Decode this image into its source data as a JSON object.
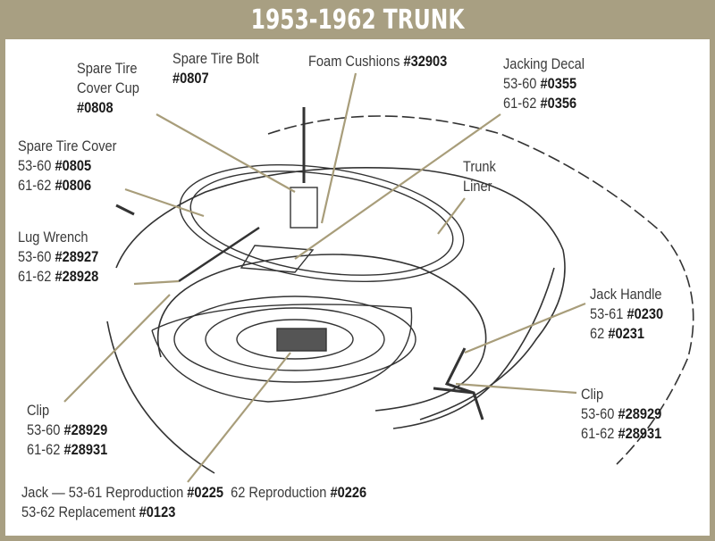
{
  "title": "1953-1962 TRUNK",
  "colors": {
    "header": "#a89f82",
    "leader": "#a89d7a",
    "text": "#3a3a3a"
  },
  "callouts": {
    "cover_cup": {
      "lines": [
        "Spare Tire",
        "Cover Cup"
      ],
      "part": "#0808"
    },
    "bolt": {
      "label": "Spare Tire Bolt",
      "part": "#0807"
    },
    "foam": {
      "label": "Foam Cushions",
      "part": "#32903"
    },
    "jacking_decal": {
      "label": "Jacking Decal",
      "r1": "53-60",
      "p1": "#0355",
      "r2": "61-62",
      "p2": "#0356"
    },
    "tire_cover": {
      "label": "Spare Tire Cover",
      "r1": "53-60",
      "p1": "#0805",
      "r2": "61-62",
      "p2": "#0806"
    },
    "trunk_liner": {
      "lines": [
        "Trunk",
        "Liner"
      ]
    },
    "lug_wrench": {
      "label": "Lug Wrench",
      "r1": "53-60",
      "p1": "#28927",
      "r2": "61-62",
      "p2": "#28928"
    },
    "jack_handle": {
      "label": "Jack Handle",
      "r1": "53-61",
      "p1": "#0230",
      "r2": "62",
      "p2": "#0231"
    },
    "clip_left": {
      "label": "Clip",
      "r1": "53-60",
      "p1": "#28929",
      "r2": "61-62",
      "p2": "#28931"
    },
    "clip_right": {
      "label": "Clip",
      "r1": "53-60",
      "p1": "#28929",
      "r2": "61-62",
      "p2": "#28931"
    },
    "jack": {
      "t1": "Jack — 53-61 Reproduction",
      "p1": "#0225",
      "t2": "62 Reproduction",
      "p2": "#0226",
      "t3": "53-62 Replacement",
      "p3": "#0123"
    }
  }
}
